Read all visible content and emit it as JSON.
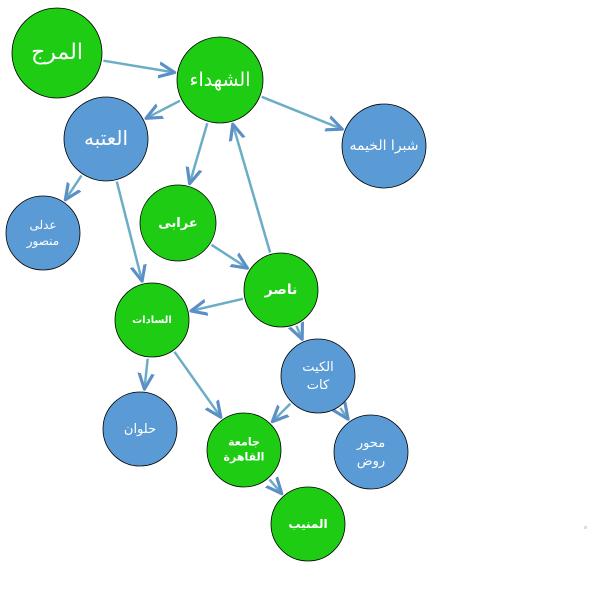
{
  "colors": {
    "green": "#1ecc14",
    "blue": "#5b9bd5",
    "edge": "#6aaec6",
    "arrow": "#5b8fc6"
  },
  "nodes": [
    {
      "id": "marg",
      "label": "المرج",
      "style": "green"
    },
    {
      "id": "shohadaa",
      "label": "الشهداء",
      "style": "green"
    },
    {
      "id": "ataba",
      "label": "العتبه",
      "style": "blue"
    },
    {
      "id": "shubra",
      "label": "شبرا الخيمه",
      "style": "blue"
    },
    {
      "id": "adly",
      "label": "عدلى\nمنصور",
      "style": "blue"
    },
    {
      "id": "orabi",
      "label": "عرابى",
      "style": "green"
    },
    {
      "id": "nasser",
      "label": "ناصر",
      "style": "green"
    },
    {
      "id": "sadat",
      "label": "السادات",
      "style": "green"
    },
    {
      "id": "kitkat",
      "label": "الكيت\nكات",
      "style": "blue"
    },
    {
      "id": "helwan",
      "label": "حلوان",
      "style": "blue"
    },
    {
      "id": "cairo_univ",
      "label": "جامعة\nالقاهرة",
      "style": "green"
    },
    {
      "id": "mehwar",
      "label": "محور\nروض",
      "style": "blue"
    },
    {
      "id": "monib",
      "label": "المنيب",
      "style": "green"
    }
  ],
  "edges": [
    {
      "from": "marg",
      "to": "shohadaa"
    },
    {
      "from": "shohadaa",
      "to": "ataba"
    },
    {
      "from": "shohadaa",
      "to": "shubra"
    },
    {
      "from": "shohadaa",
      "to": "orabi"
    },
    {
      "from": "ataba",
      "to": "adly"
    },
    {
      "from": "ataba",
      "to": "sadat"
    },
    {
      "from": "orabi",
      "to": "nasser"
    },
    {
      "from": "nasser",
      "to": "shohadaa"
    },
    {
      "from": "nasser",
      "to": "sadat"
    },
    {
      "from": "nasser",
      "to": "kitkat"
    },
    {
      "from": "sadat",
      "to": "helwan"
    },
    {
      "from": "sadat",
      "to": "cairo_univ"
    },
    {
      "from": "kitkat",
      "to": "cairo_univ"
    },
    {
      "from": "kitkat",
      "to": "mehwar"
    },
    {
      "from": "cairo_univ",
      "to": "monib"
    }
  ]
}
